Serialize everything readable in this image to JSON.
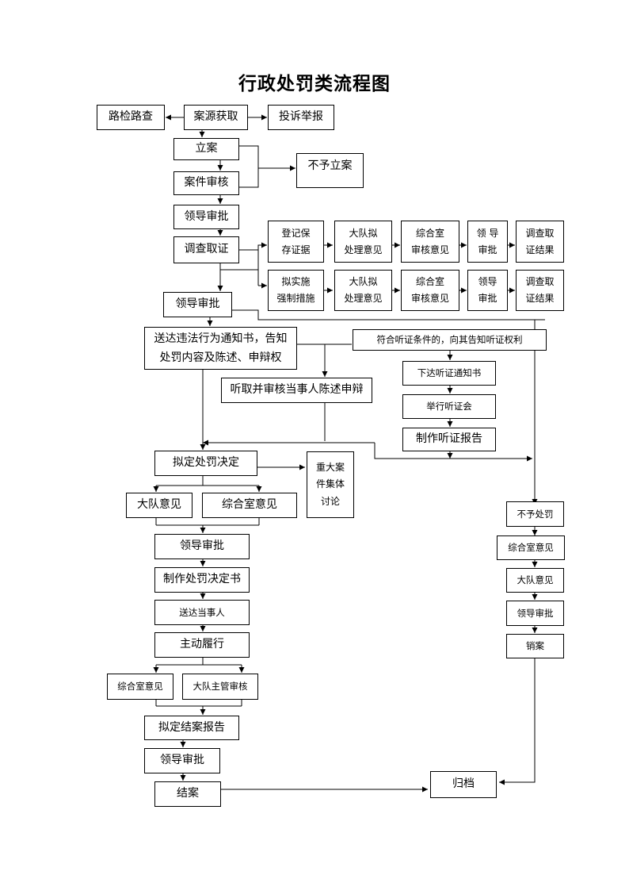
{
  "title": "行政处罚类流程图",
  "nodes": {
    "road_check": "路检路查",
    "case_source": "案源获取",
    "complaint": "投诉举报",
    "filing": "立案",
    "case_review": "案件审核",
    "no_filing": "不予立案",
    "leader_approval_1": "领导审批",
    "investigation": "调查取证",
    "register_evidence": "登记保\n存证据",
    "team_opinion_1": "大队拟\n处理意见",
    "office_review_1": "综合室\n审核意见",
    "leader_approval_a": "领 导\n审批",
    "result_a": "调查取\n证结果",
    "coercive_measures": "拟实施\n强制措施",
    "team_opinion_2": "大队拟\n处理意见",
    "office_review_2": "综合室\n审核意见",
    "leader_approval_b": "领导\n审批",
    "result_b": "调查取\n证结果",
    "leader_approval_2": "领导审批",
    "notice": "送达违法行为通知书，告知\n处罚内容及陈述、申辩权",
    "hearing_condition": "符合听证条件的，向其告知听证权利",
    "hearing_notice": "下达听证通知书",
    "hold_hearing": "举行听证会",
    "hearing_report": "制作听证报告",
    "hear_defense": "听取并审核当事人陈述申辩",
    "draft_decision": "拟定处罚决定",
    "major_case": "重大案\n件集体\n讨论",
    "team_opinion_3": "大队意见",
    "office_opinion_3": "综合室意见",
    "leader_approval_3": "领导审批",
    "make_decision": "制作处罚决定书",
    "deliver": "送达当事人",
    "perform": "主动履行",
    "office_opinion_4": "综合室意见",
    "team_supervisor": "大队主管审核",
    "draft_closing": "拟定结案报告",
    "leader_approval_4": "领导审批",
    "close_case": "结案",
    "archive": "归档",
    "no_penalty": "不予处罚",
    "office_opinion_5": "综合室意见",
    "team_opinion_5": "大队意见",
    "leader_approval_5": "领导审批",
    "cancel_case": "销案"
  }
}
